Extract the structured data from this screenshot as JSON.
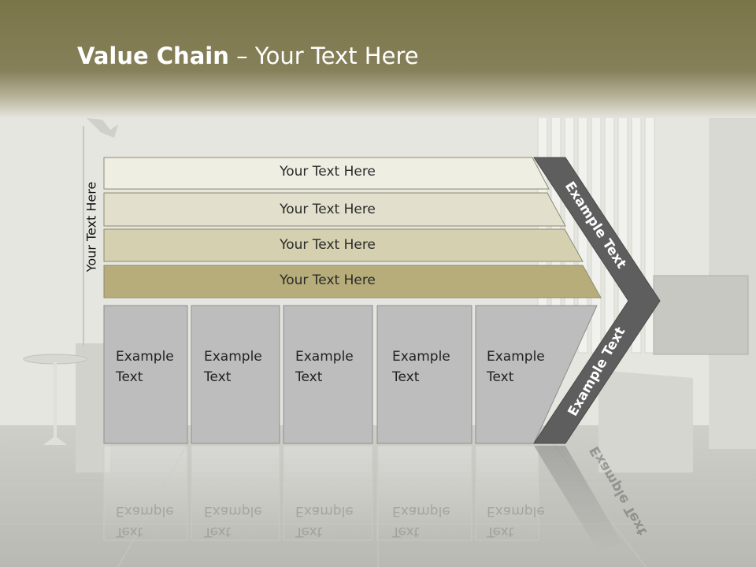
{
  "title": {
    "bold": "Value Chain",
    "rest": " – Your Text Here"
  },
  "side_label": "Your Text Here",
  "rows": [
    "Your Text Here",
    "Your Text Here",
    "Your Text Here",
    "Your Text Here"
  ],
  "boxes": [
    {
      "line1": "Example",
      "line2": "Text"
    },
    {
      "line1": "Example",
      "line2": "Text"
    },
    {
      "line1": "Example",
      "line2": "Text"
    },
    {
      "line1": "Example",
      "line2": "Text"
    },
    {
      "line1": "Example",
      "line2": "Text"
    }
  ],
  "chevron": {
    "upper": "Example Text",
    "lower": "Example Text"
  },
  "colors": {
    "header": "#7d7850",
    "row1": "#efeee3",
    "row2": "#e2e0cc",
    "row3": "#d4d0b0",
    "row4": "#b6ad7a",
    "box": "#bdbdbd",
    "chevron": "#5e5e5e"
  }
}
